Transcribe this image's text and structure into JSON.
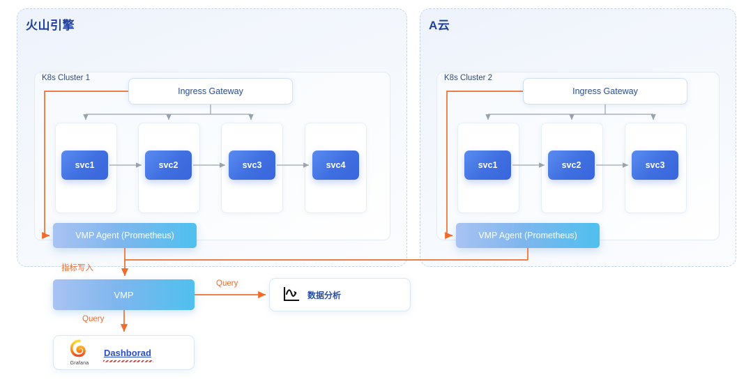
{
  "clouds": [
    {
      "id": "volcano",
      "title": "火山引擎"
    },
    {
      "id": "acloud",
      "title": "A云"
    }
  ],
  "clusters": [
    {
      "label": "K8s Cluster 1",
      "gateway": "Ingress Gateway",
      "services": [
        "svc1",
        "svc2",
        "svc3",
        "svc4"
      ],
      "agent": "VMP Agent (Prometheus)"
    },
    {
      "label": "K8s Cluster 2",
      "gateway": "Ingress Gateway",
      "services": [
        "svc1",
        "svc2",
        "svc3"
      ],
      "agent": "VMP Agent (Prometheus)"
    }
  ],
  "backend": {
    "vmp_label": "VMP",
    "write_label": "指标写入",
    "query_label_analysis": "Query",
    "query_label_dashboard": "Query",
    "analysis_label": "数据分析",
    "analysis_icon": "line-chart-icon",
    "dashboard_label": "Dashborad",
    "grafana_logo_text": "Grafana",
    "grafana_icon": "grafana-spiral-icon"
  },
  "colors": {
    "accent_orange": "#ee6d2d",
    "service_blue": "#3f6fe0",
    "title_blue": "#21409a",
    "arrow_gray": "#9aa3ad",
    "panel_border": "#c3d3ec"
  }
}
